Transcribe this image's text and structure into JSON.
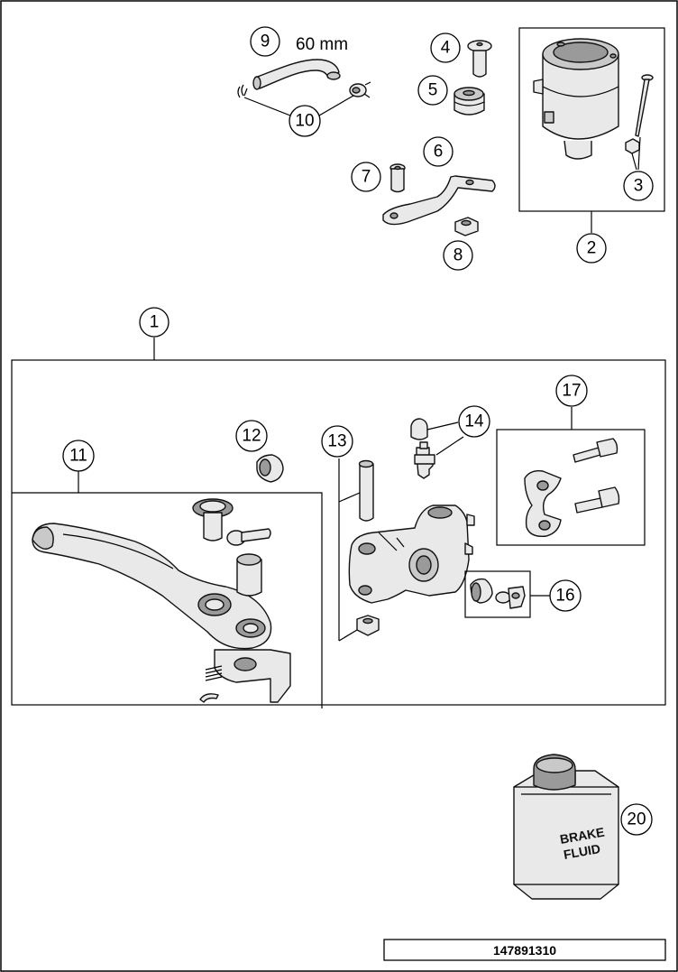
{
  "diagram": {
    "callouts": {
      "c1": "1",
      "c2": "2",
      "c3": "3",
      "c4": "4",
      "c5": "5",
      "c6": "6",
      "c7": "7",
      "c8": "8",
      "c9": "9",
      "c10": "10",
      "c11": "11",
      "c12": "12",
      "c13": "13",
      "c14": "14",
      "c16": "16",
      "c17": "17",
      "c20": "20"
    },
    "hose_length": "60 mm",
    "fluid_can": {
      "line1": "BRAKE",
      "line2": "FLUID"
    },
    "document_number": "147891310"
  }
}
